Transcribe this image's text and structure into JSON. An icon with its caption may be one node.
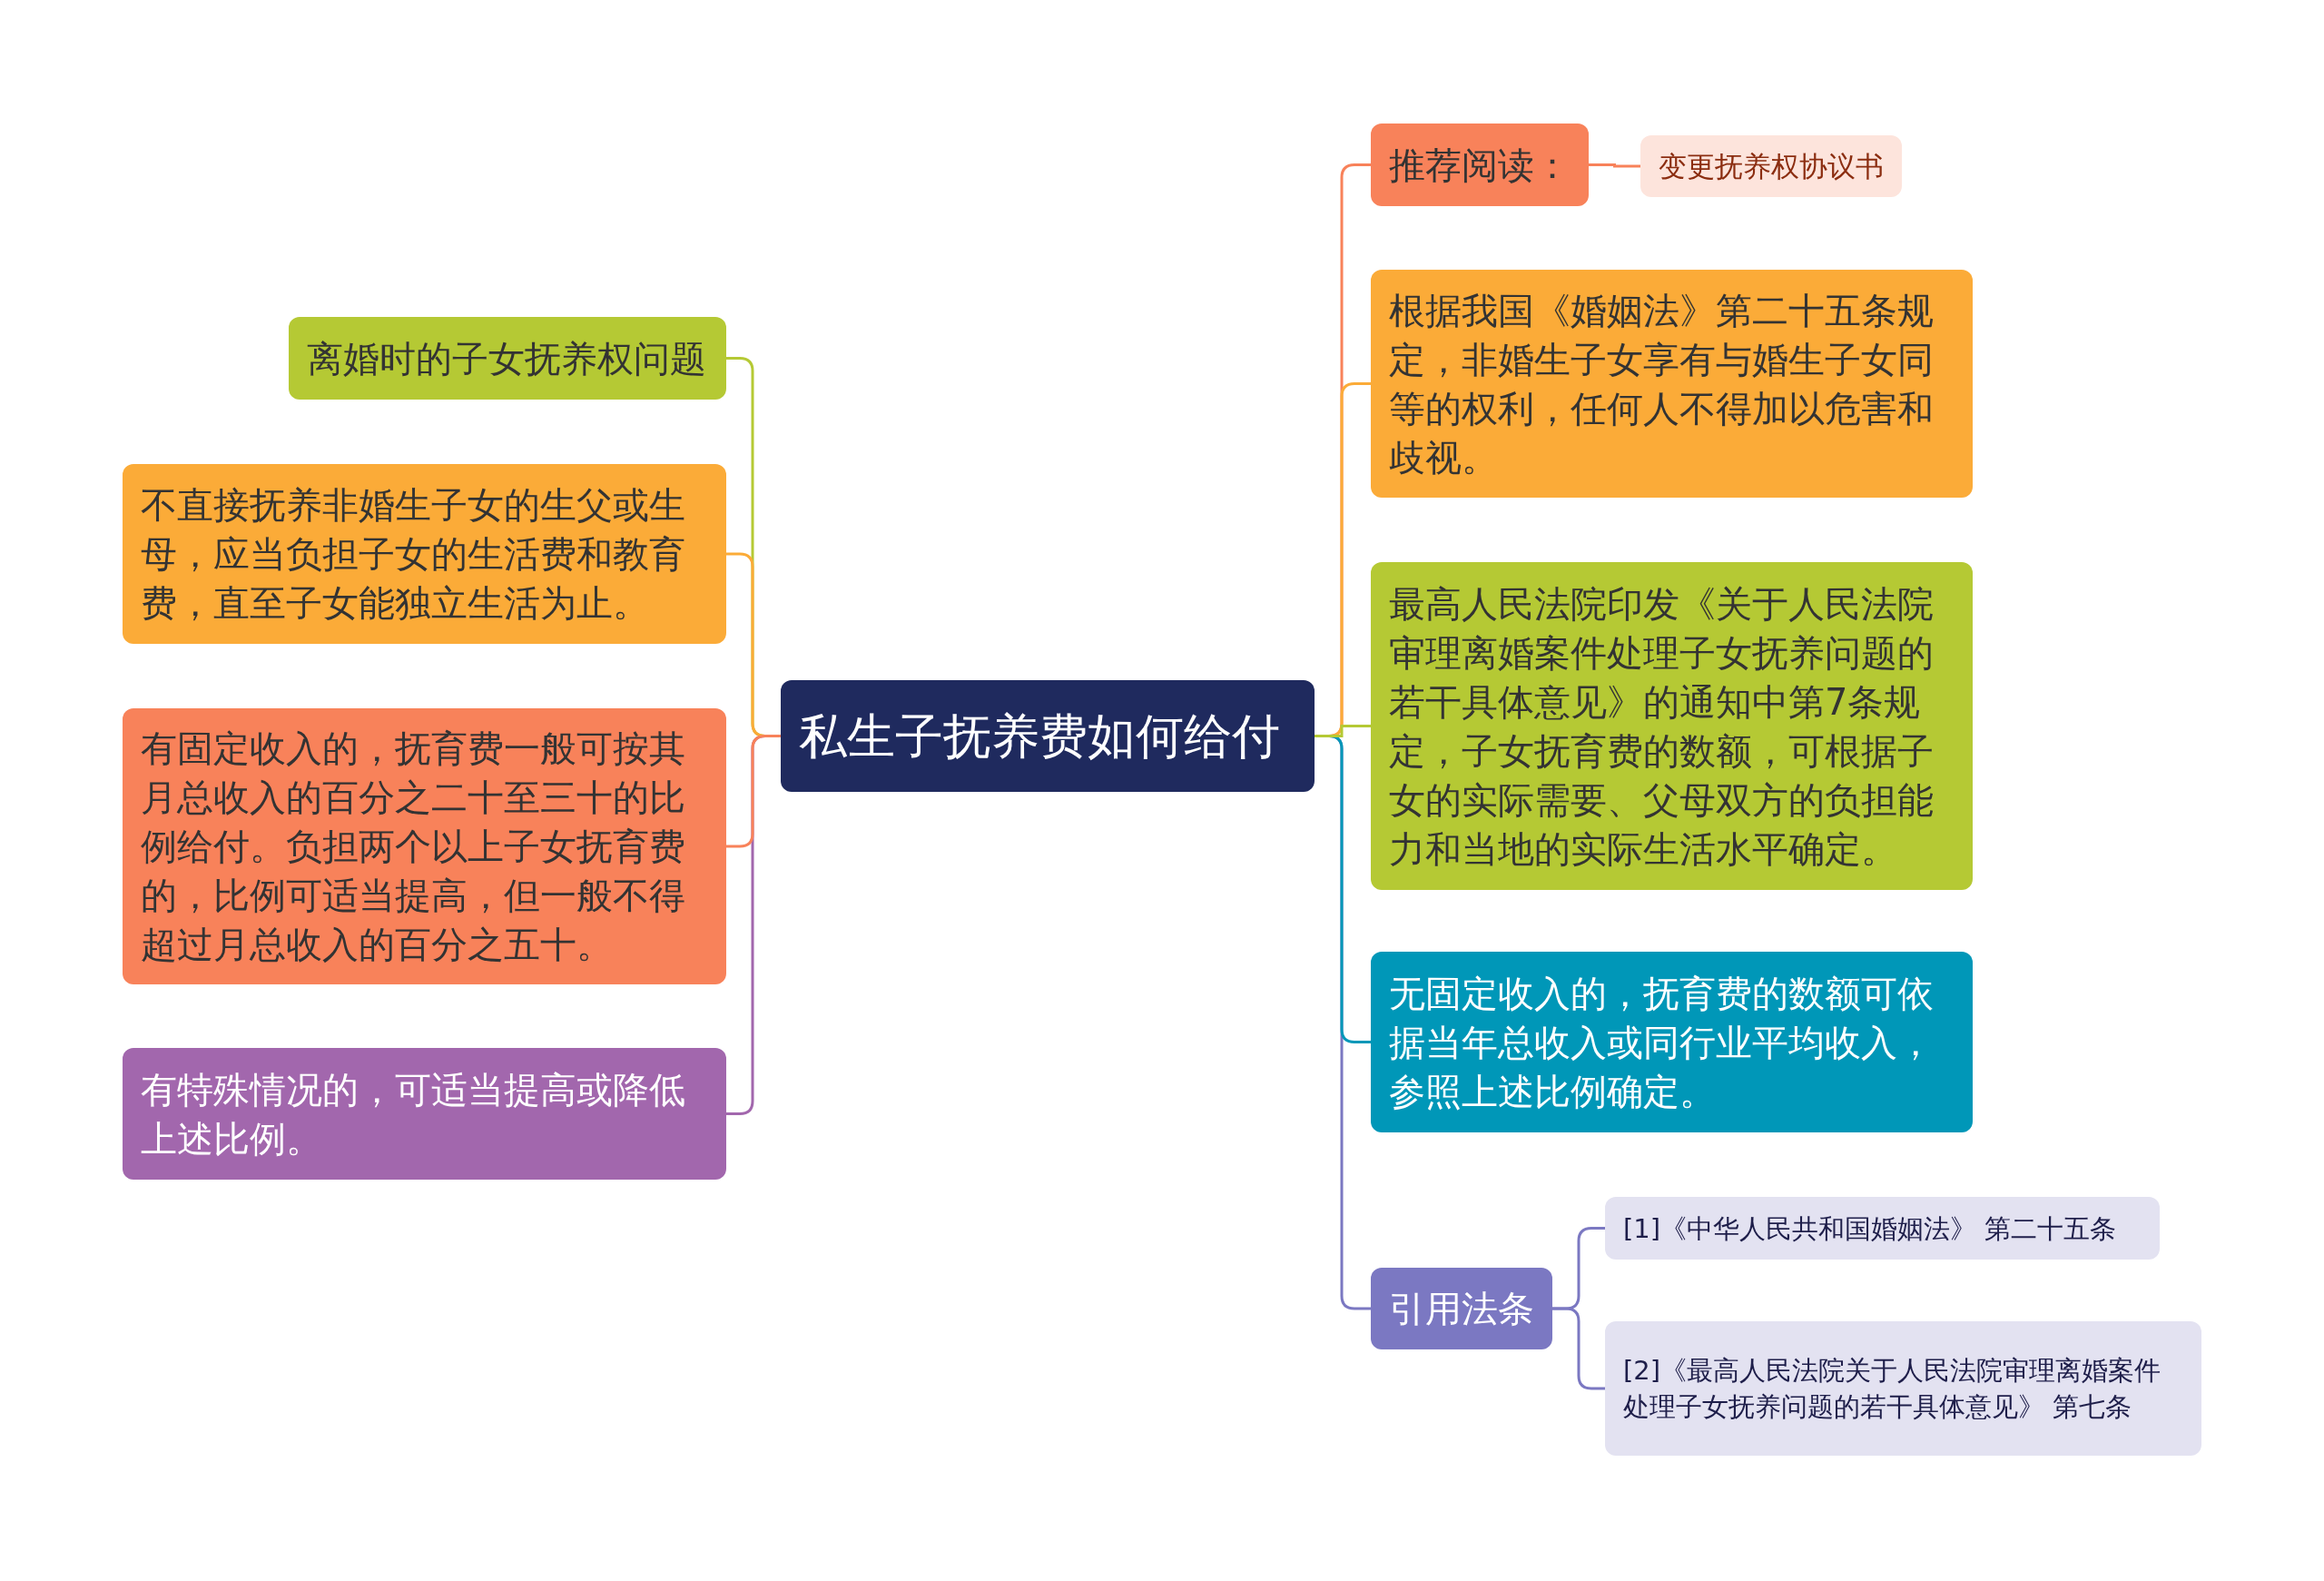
{
  "diagram": {
    "nodes": [
      {
        "text": [
          "私生子抚养费如何给付"
        ]
      },
      {
        "text": [
          "离婚时的子女抚养权问题"
        ]
      },
      {
        "text": [
          "不直接抚养非婚生子女的生父或生母，应当负担子女的生活费和教育费，直至子女能独立生活为止。"
        ]
      },
      {
        "text": [
          "有固定收入的，抚育费一般可按其月总收入的百分之二十至三十的比例给付。负担两个以上子女抚育费的，比例可适当提高，但一般不得超过月总收入的百分之五十。"
        ]
      },
      {
        "text": [
          "有特殊情况的，可适当提高或降低上述比例。"
        ]
      },
      {
        "text": [
          "推荐阅读："
        ]
      },
      {
        "text": [
          "变更抚养权协议书"
        ]
      },
      {
        "text": [
          "根据我国《婚姻法》第二十五条规定，非婚生子女享有与婚生子女同等的权利，任何人不得加以危害和歧视。"
        ]
      },
      {
        "text": [
          "最高人民法院印发《关于人民法院审理离婚案件处理子女抚养问题的若干具体意见》的通知中第7条规定，子女抚育费的数额，可根据子女的实际需要、父母双方的负担能力和当地的实际生活水平确定。"
        ]
      },
      {
        "text": [
          "无固定收入的，抚育费的数额可依据当年总收入或同行业平均收入，参照上述比例确定。"
        ]
      },
      {
        "text": [
          "引用法条"
        ]
      },
      {
        "text": [
          "[1]《中华人民共和国婚姻法》 第二十五条"
        ]
      },
      {
        "text": [
          "[2]《最高人民法院关于人民法院审理离婚案件处理子女抚养问题的若干具体意见》 第七条"
        ]
      }
    ],
    "edges": [
      {
        "from": 0,
        "to": 1,
        "arrow": "none",
        "color": "#b5c934"
      },
      {
        "from": 0,
        "to": 2,
        "arrow": "none",
        "color": "#fbab38"
      },
      {
        "from": 0,
        "to": 3,
        "arrow": "none",
        "color": "#f8825a"
      },
      {
        "from": 0,
        "to": 4,
        "arrow": "none",
        "color": "#a267ad"
      },
      {
        "from": 0,
        "to": 5,
        "arrow": "none",
        "color": "#f8825a"
      },
      {
        "from": 5,
        "to": 6,
        "arrow": "none",
        "color": "#f8825a"
      },
      {
        "from": 0,
        "to": 7,
        "arrow": "none",
        "color": "#fbab38"
      },
      {
        "from": 0,
        "to": 8,
        "arrow": "none",
        "color": "#b5c934"
      },
      {
        "from": 0,
        "to": 9,
        "arrow": "none",
        "color": "#0097b8"
      },
      {
        "from": 0,
        "to": 10,
        "arrow": "none",
        "color": "#7b78c2"
      },
      {
        "from": 10,
        "to": 11,
        "arrow": "none",
        "color": "#7b78c2"
      },
      {
        "from": 10,
        "to": 12,
        "arrow": "none",
        "color": "#7b78c2"
      }
    ]
  }
}
